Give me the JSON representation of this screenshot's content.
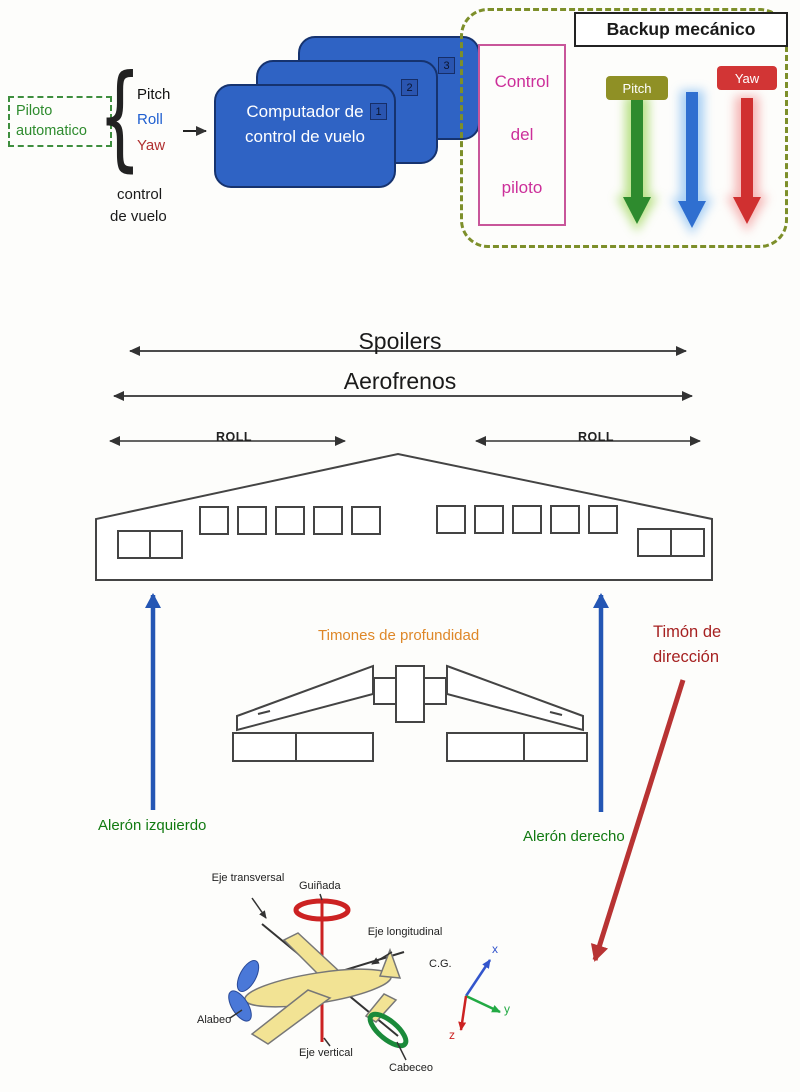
{
  "flow": {
    "autopilot": "Piloto automatico",
    "brace": "{",
    "pitch": "Pitch",
    "roll": "Roll",
    "yaw": "Yaw",
    "control_line1": "control",
    "control_line2": "de vuelo",
    "computer": "Computador de control  de vuelo",
    "computer_ids": [
      "1",
      "2",
      "3"
    ]
  },
  "backup": {
    "title": "Backup mecánico",
    "pilot_line1": "Control",
    "pilot_line2": "del",
    "pilot_line3": "piloto",
    "pitch_badge": "Pitch",
    "yaw_badge": "Yaw"
  },
  "wing": {
    "spoilers": "Spoilers",
    "airbrakes": "Aerofrenos",
    "roll_left": "ROLL",
    "roll_right": "ROLL",
    "left_aileron": "Alerón izquierdo",
    "right_aileron": "Alerón derecho"
  },
  "tail": {
    "elevators": "Timones  de  profundidad",
    "rudder": "Timón de dirección"
  },
  "axes": {
    "transversal": "Eje transversal",
    "yaw": "Guiñada",
    "longitudinal": "Eje longitudinal",
    "roll": "Alabeo",
    "vertical": "Eje vertical",
    "pitch": "Cabeceo",
    "cg": "C.G.",
    "x": "x",
    "y": "y",
    "z": "z"
  },
  "palette": {
    "computer_blue": "#2f63c4",
    "autopilot_green": "#2e8b2e",
    "backup_dash_olive": "#7d8f2a",
    "pilot_pink": "#cc2f9a",
    "pitch_badge_olive": "#8f9025",
    "yaw_badge_red": "#d23535",
    "aileron_arrow_blue": "#2456b4",
    "rudder_arrow_red": "#b83333",
    "aileron_text_green": "#117a11",
    "elevator_text_orange": "#de8728"
  }
}
